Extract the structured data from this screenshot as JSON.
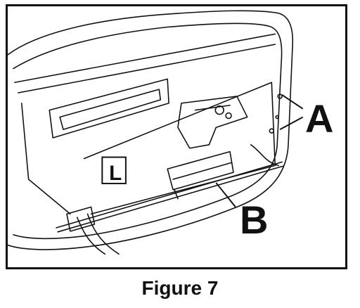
{
  "figure": {
    "caption": "Figure 7",
    "callouts": {
      "a": "A",
      "b": "B"
    },
    "panel_marker": "L"
  },
  "colors": {
    "ink": "#111111",
    "paper": "#ffffff"
  }
}
